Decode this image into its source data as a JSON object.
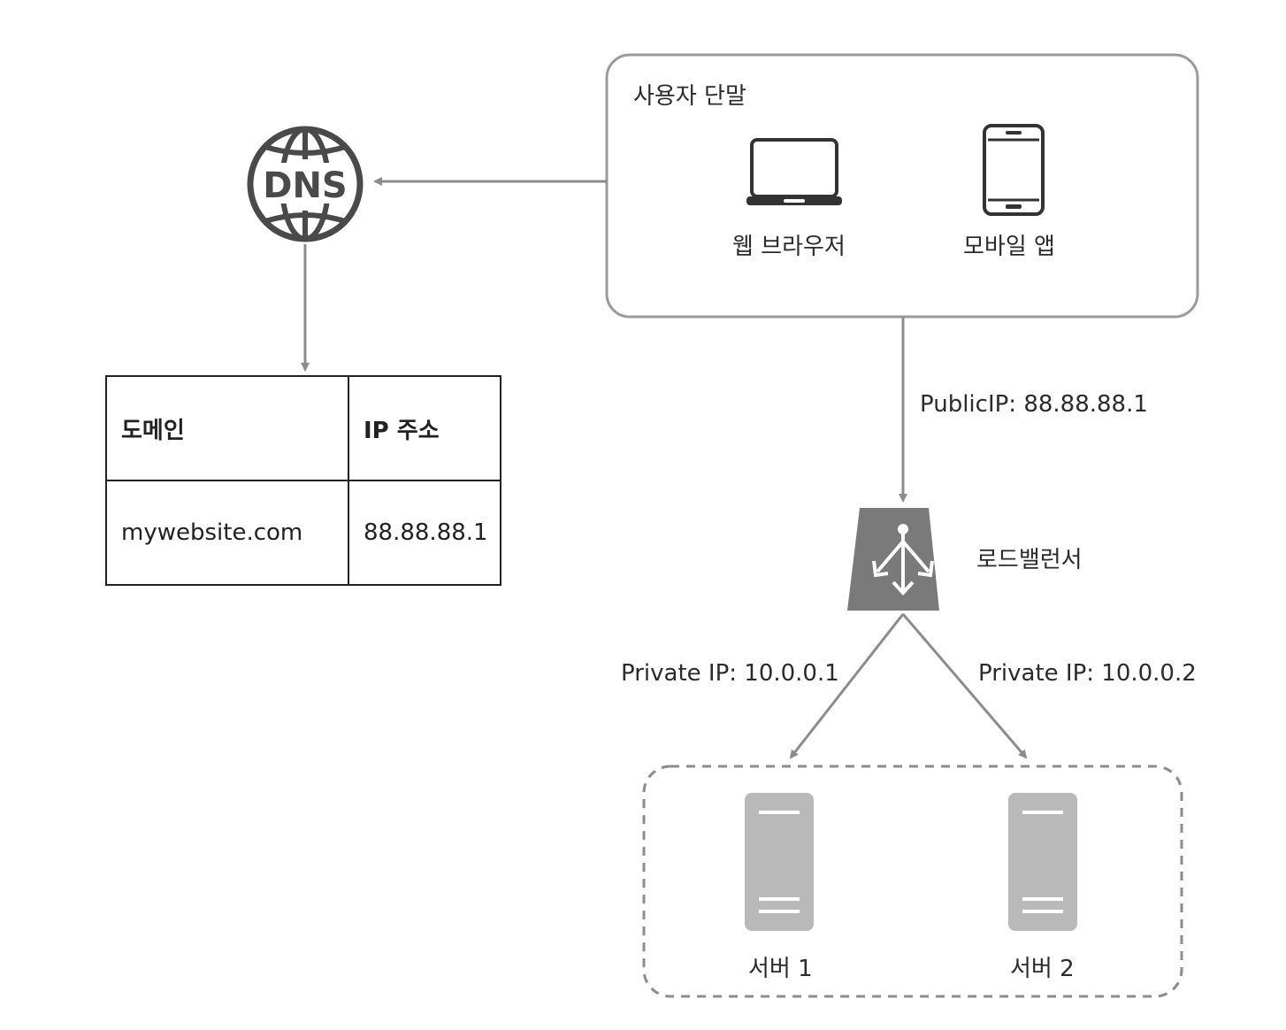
{
  "client_group": {
    "title": "사용자 단말",
    "web_browser": "웹 브라우저",
    "mobile_app": "모바일 앱"
  },
  "dns": {
    "icon_text": "DNS",
    "table": {
      "headers": [
        "도메인",
        "IP 주소"
      ],
      "rows": [
        [
          "mywebsite.com",
          "88.88.88.1"
        ]
      ]
    }
  },
  "load_balancer": {
    "public_ip_label": "PublicIP: 88.88.88.1",
    "label": "로드밸런서"
  },
  "servers": [
    {
      "name": "서버 1",
      "private_ip_label": "Private IP: 10.0.0.1"
    },
    {
      "name": "서버 2",
      "private_ip_label": "Private IP: 10.0.0.2"
    }
  ],
  "colors": {
    "arrow": "#8c8c8c",
    "box_border": "#9a9a9a",
    "load_balancer_fill": "#7a7a7a",
    "server_fill": "#b9b9b9",
    "dns_icon": "#4a4a4a"
  },
  "icons": [
    "globe-dns-icon",
    "laptop-icon",
    "tablet-icon",
    "load-balancer-icon",
    "server-icon"
  ]
}
